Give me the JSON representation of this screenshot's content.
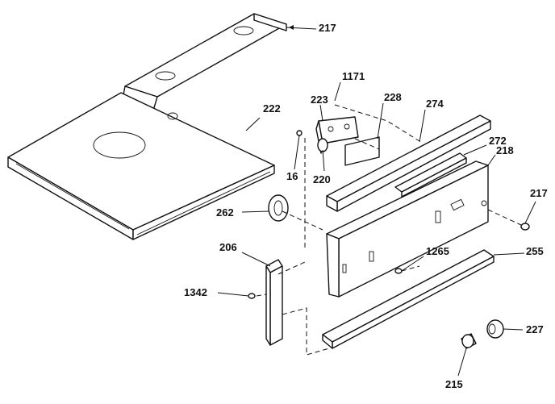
{
  "diagram": {
    "labels": {
      "p217_top": "217",
      "p1171": "1171",
      "p222": "222",
      "p223": "223",
      "p228": "228",
      "p274": "274",
      "p272": "272",
      "p218": "218",
      "p16": "16",
      "p220": "220",
      "p217_right": "217",
      "p262": "262",
      "p206": "206",
      "p1265": "1265",
      "p255": "255",
      "p1342": "1342",
      "p227": "227",
      "p215": "215"
    }
  }
}
